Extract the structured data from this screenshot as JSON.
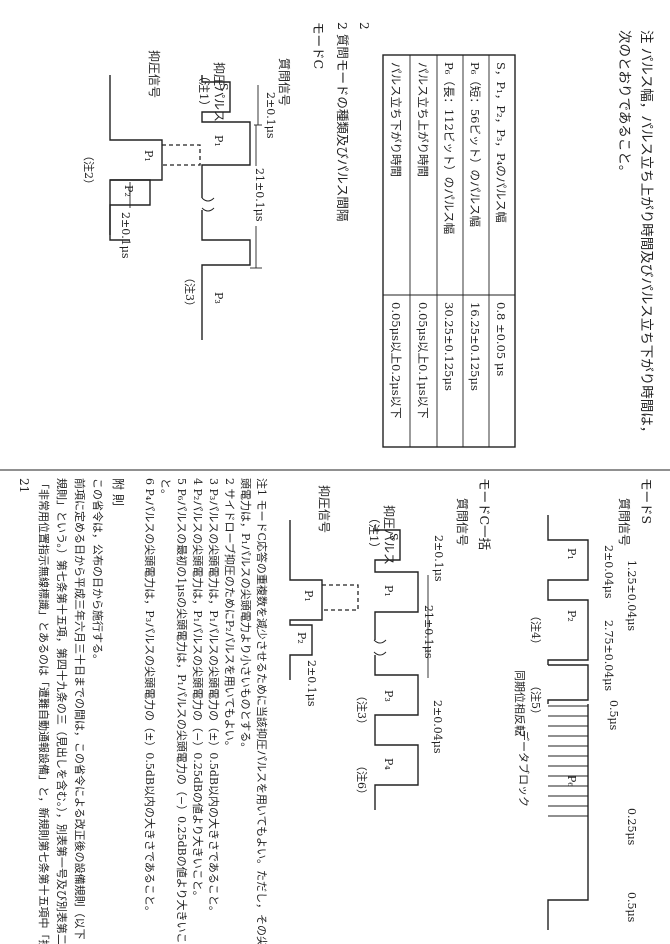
{
  "note_title": "注 パルス幅，パルス立ち上がり時間及びパルス立ち下がり時間は，",
  "note_title2": "次のとおりであること。",
  "pulse_table": {
    "rows": [
      {
        "label": "S，P₁，P₂，P₃，P₄のパルス幅",
        "value": "0.8 ±0.05 μs"
      },
      {
        "label": "P₆（短：56ビット）のパルス幅",
        "value": "16.25±0.125μs"
      },
      {
        "label": "P₆（長：112ビット）のパルス幅",
        "value": "30.25±0.125μs"
      },
      {
        "label": "パルス立ち上がり時間",
        "value": "0.05μs以上0.1μs以下"
      },
      {
        "label": "パルス立ち下がり時間",
        "value": "0.05μs以上0.2μs以下"
      }
    ]
  },
  "section2_title": "2 質問モードの種類及びパルス間隔",
  "modeC": {
    "title": "モードC",
    "sig1": "質問信号",
    "sup_pulse": "抑圧パルス",
    "sup_note": "（注1）",
    "sig2": "抑圧信号",
    "S": "S",
    "P1": "P₁",
    "P3": "P₃",
    "P2": "P₂",
    "d1": "2±0.1μs",
    "d2": "21±0.1μs",
    "d3": "2±0.1μs",
    "n3": "（注3）",
    "n2": "（注2）"
  },
  "modeS": {
    "title": "モードS",
    "sig": "質問信号",
    "P1": "P₁",
    "P2": "P₂",
    "P6": "P₆",
    "d1": "2±0.04μs",
    "d2": "2.75±0.04μs",
    "d3": "1.25±0.04μs",
    "d4": "0.5μs",
    "d5": "0.25μs",
    "d6": "0.5μs",
    "n4": "（注4）",
    "n5": "（注5）",
    "sync": "同期位相反転",
    "datablock": "データブロック"
  },
  "modeCall": {
    "title": "モードC一括",
    "sig1": "質問信号",
    "sup_pulse": "抑圧パルス",
    "sup_note": "（注1）",
    "sig2": "抑圧信号",
    "S": "S",
    "P1": "P₁",
    "P3": "P₃",
    "P4": "P₄",
    "P2": "P₂",
    "d1": "2±0.1μs",
    "d2": "21±0.1μs",
    "d3": "2±0.04μs",
    "d4": "2±0.1μs",
    "n3": "（注3）",
    "n6": "（注6）"
  },
  "notes": [
    "注1 モードC応答の重複数を減少させるために当該抑圧パルスを用いてもよい。ただし，その尖",
    "頭電力は，P₁パルスの尖頭電力より小さいものとする。",
    "2 サイドローブ抑圧のためにP₂パルスを用いてもよい。",
    "3 P₃パルスの尖頭電力は，P₁パルスの尖頭電力の（±）0.5dB以内の大きさであること。",
    "4 P₂パルスの尖頭電力は，P₁パルスの尖頭電力の（−）0.25dBの値より大きいこと。",
    "5 P₆パルスの最初の1μsの尖頭電力は，P₁パルスの尖頭電力の（−）0.25dBの値より大きいこ",
    "と。",
    "6 P₄パルスの尖頭電力は，P₃パルスの尖頭電力の（±）0.5dB以内の大きさであること。"
  ],
  "fusoku_title": "附 則",
  "fusoku": [
    "この省令は，公布の日から施行する。",
    "前項に定める日から平成三年六月三十日までの間は，この省令による改正後の設備規則（以下「新",
    "規則」という。）第七条第十五項，第四十九条の三（見出しを含む。），別表第一号及び別表第二号中",
    "「非常用位置指示無線標識」とあるのは「遭難自動通報設備」と，新規則第七条第十五項中「捜索"
  ],
  "page_marks": {
    "top": "2",
    "bottom": "21"
  }
}
